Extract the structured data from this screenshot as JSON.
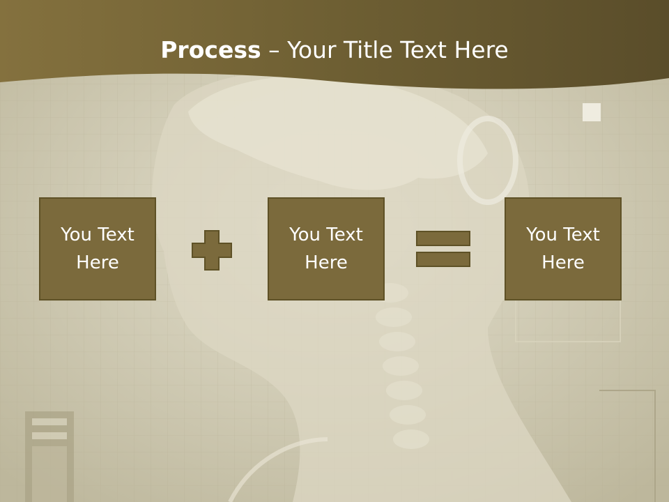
{
  "slide": {
    "title_bold": "Process",
    "title_rest": " – Your Title Text Here",
    "boxes": [
      {
        "text": "You Text Here"
      },
      {
        "text": "You Text Here"
      },
      {
        "text": "You Text Here"
      }
    ],
    "operators": [
      "plus-icon",
      "equals-icon"
    ]
  },
  "colors": {
    "banner": "#6b5c33",
    "box_fill": "#7b6a3c",
    "box_border": "#5e5126",
    "background": "#c9c4ae",
    "text": "#ffffff"
  }
}
